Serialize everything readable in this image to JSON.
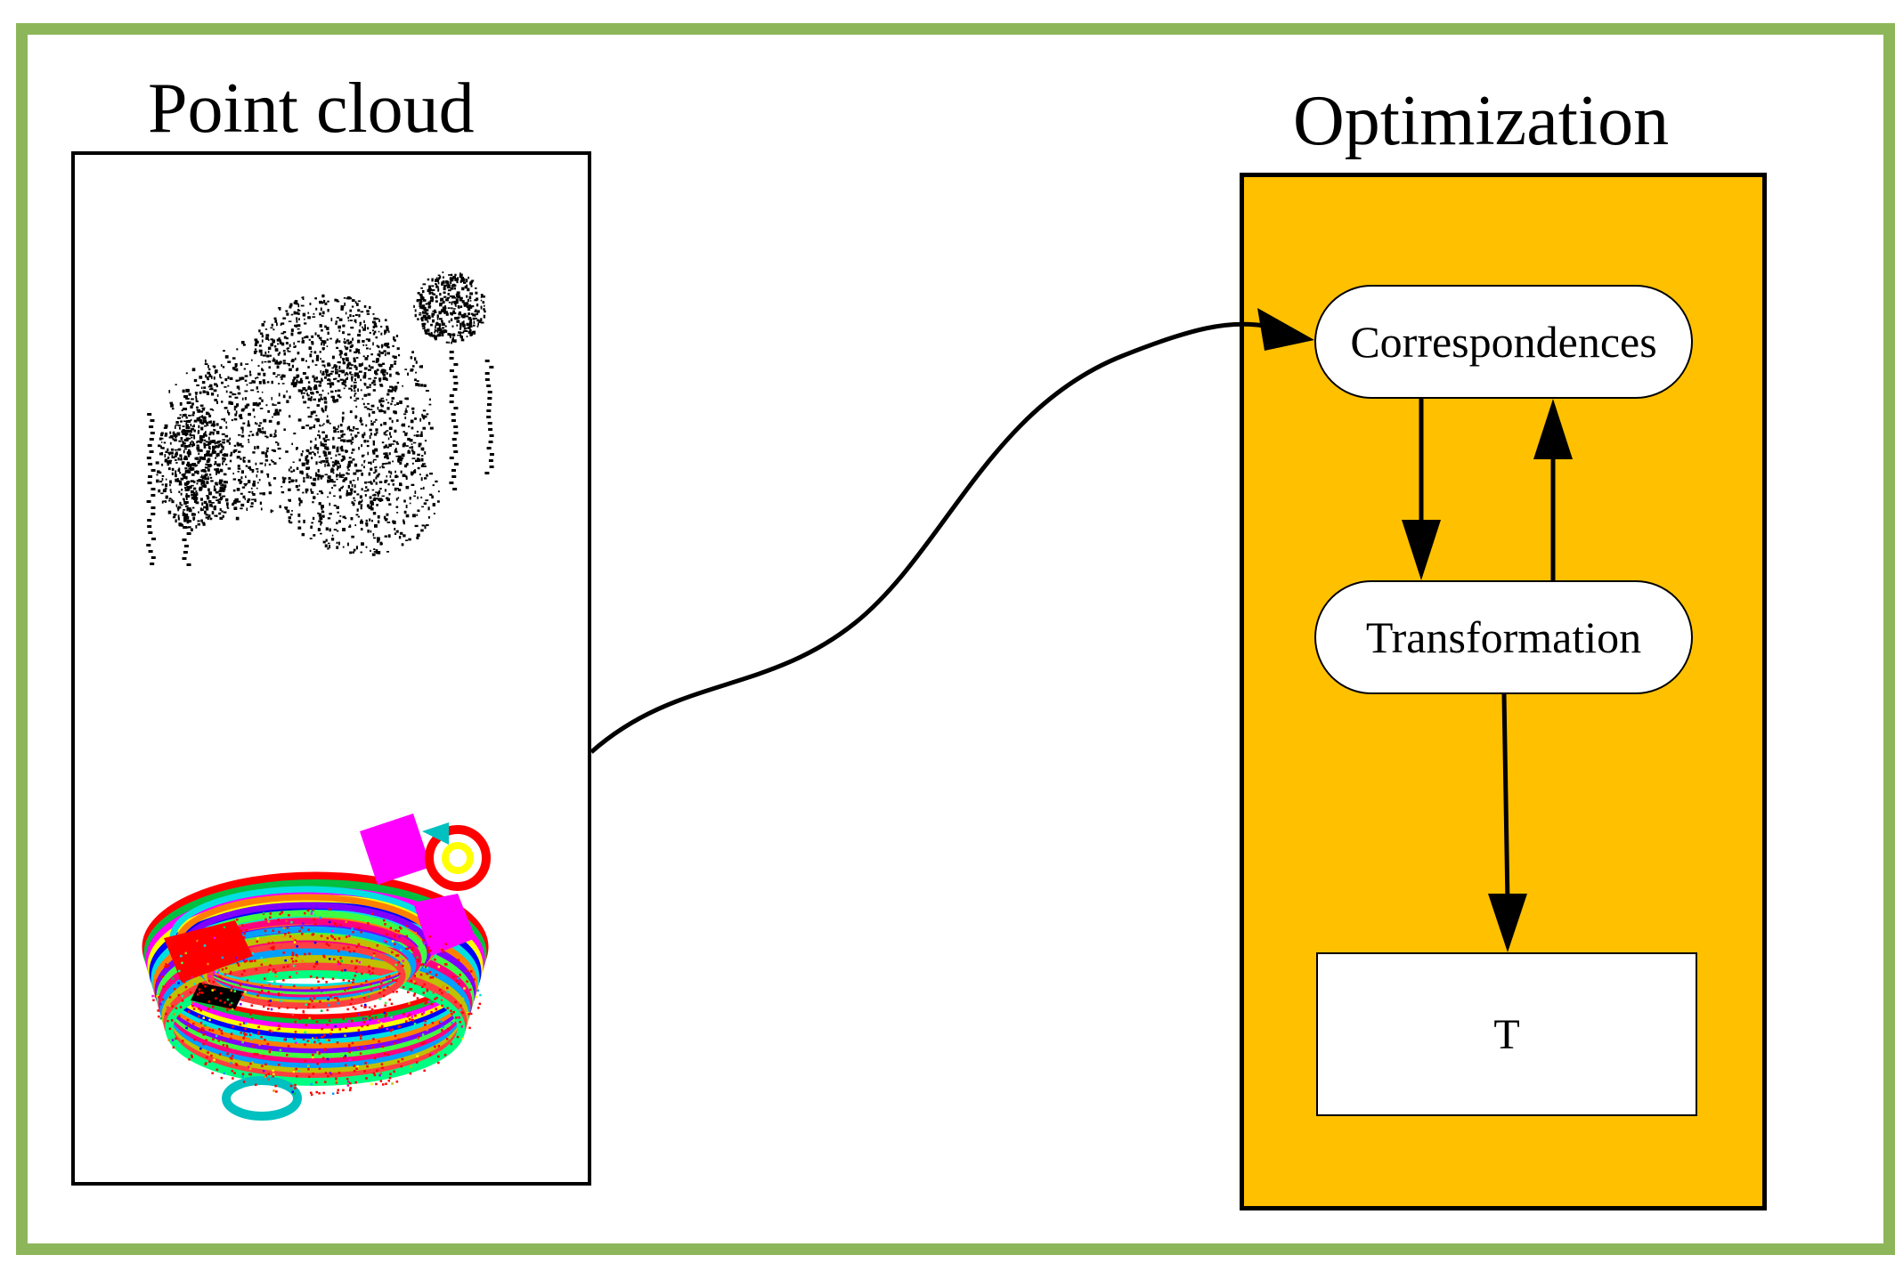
{
  "point_cloud": {
    "title": "Point cloud"
  },
  "optimization": {
    "title": "Optimization",
    "nodes": {
      "correspondences": "Correspondences",
      "transformation": "Transformation",
      "result": "T"
    }
  },
  "colors": {
    "frame_border": "#8db65a",
    "optimization_fill": "#ffc000",
    "node_fill": "#ffffff",
    "stroke": "#000000"
  }
}
